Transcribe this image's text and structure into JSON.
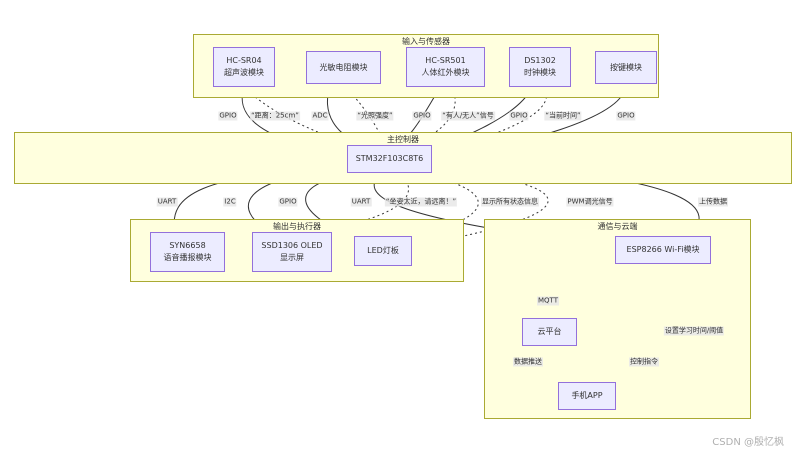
{
  "clusters": {
    "input": "输入与传感器",
    "main": "主控制器",
    "output": "输出与执行器",
    "cloud": "通信与云端"
  },
  "nodes": {
    "hcsr04": [
      "HC-SR04",
      "超声波模块"
    ],
    "light": [
      "光敏电阻模块"
    ],
    "hcsr501": [
      "HC-SR501",
      "人体红外模块"
    ],
    "ds1302": [
      "DS1302",
      "时钟模块"
    ],
    "button": [
      "按键模块"
    ],
    "stm32": [
      "STM32F103C8T6"
    ],
    "syn6658": [
      "SYN6658",
      "语音播报模块"
    ],
    "oled": [
      "SSD1306 OLED",
      "显示屏"
    ],
    "led": [
      "LED灯板"
    ],
    "esp8266": [
      "ESP8266 Wi-Fi模块"
    ],
    "cloud": [
      "云平台"
    ],
    "app": [
      "手机APP"
    ]
  },
  "edge_labels": {
    "e_gpio1": "GPIO",
    "e_dist": "“距离：25cm”",
    "e_adc": "ADC",
    "e_light": "“光照强度”",
    "e_gpio2": "GPIO",
    "e_presence": "“有人/无人”信号",
    "e_gpio3": "GPIO",
    "e_time": "“当前时间”",
    "e_gpio4": "GPIO",
    "e_uart1": "UART",
    "e_i2c": "I2C",
    "e_gpio5": "GPIO",
    "e_uart2": "UART",
    "e_sitwarn": "“坐姿太近，请远离！”",
    "e_showstatus": "显示所有状态信息",
    "e_pwm": "PWM调光信号",
    "e_upload": "上传数据",
    "e_mqtt": "MQTT",
    "e_push": "数据推送",
    "e_ctrl": "控制指令",
    "e_settings": "设置学习时间/阈值"
  },
  "watermark": "CSDN @殷忆枫",
  "colors": {
    "cluster_fill": "#ffffde",
    "cluster_border": "#aaaa33",
    "node_fill": "#ECECFF",
    "node_border": "#9370DB",
    "edge": "#333333"
  }
}
